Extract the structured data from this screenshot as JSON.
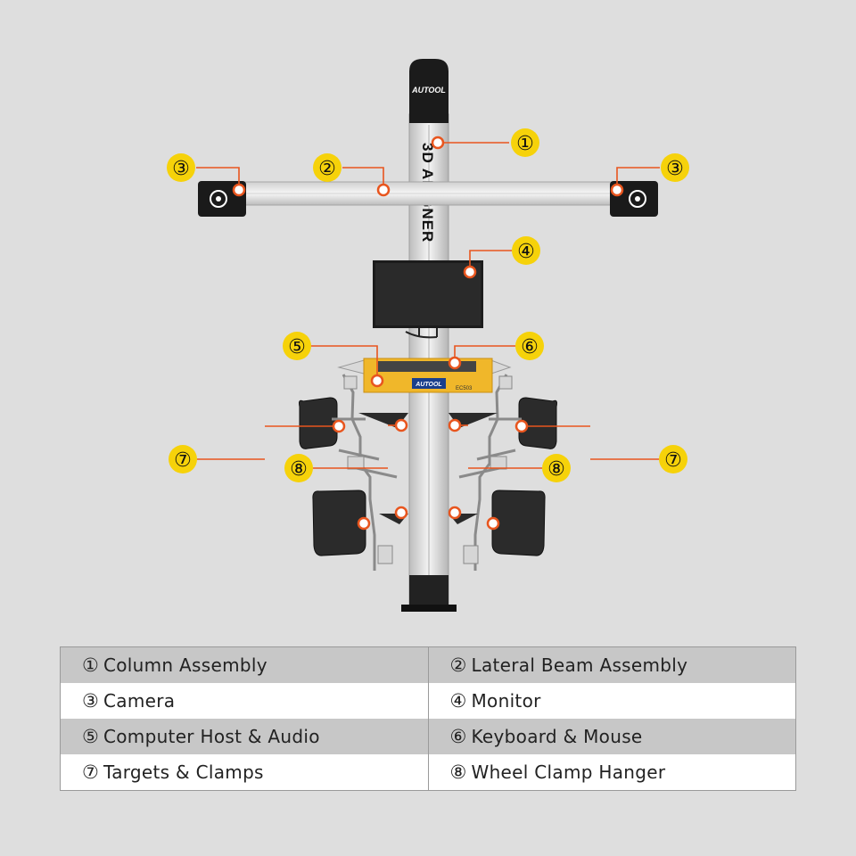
{
  "product": {
    "brand": "AUTOOL",
    "column_text": "3D ALIGNER",
    "host_model": "EC503"
  },
  "callouts": {
    "c1": "①",
    "c2": "②",
    "c3": "③",
    "c4": "④",
    "c5": "⑤",
    "c6": "⑥",
    "c7": "⑦",
    "c8": "⑧"
  },
  "legend": [
    {
      "num": "①",
      "label": "Column Assembly"
    },
    {
      "num": "②",
      "label": "Lateral Beam Assembly"
    },
    {
      "num": "③",
      "label": "Camera"
    },
    {
      "num": "④",
      "label": "Monitor"
    },
    {
      "num": "⑤",
      "label": "Computer Host & Audio"
    },
    {
      "num": "⑥",
      "label": "Keyboard & Mouse"
    },
    {
      "num": "⑦",
      "label": "Targets & Clamps"
    },
    {
      "num": "⑧",
      "label": "Wheel Clamp Hanger"
    }
  ],
  "colors": {
    "callout_fill": "#f6d20a",
    "leader_line": "#e8551e",
    "host_body": "#f0b72a",
    "background": "#dedede"
  }
}
